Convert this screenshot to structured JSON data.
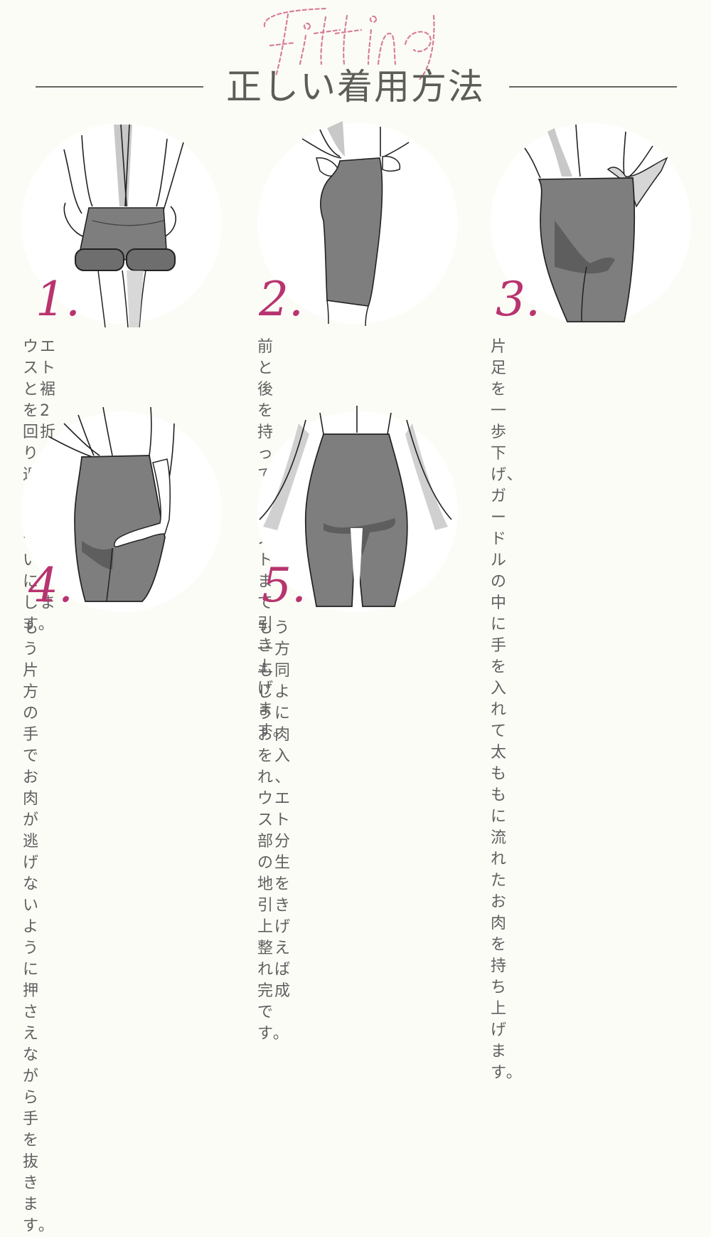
{
  "header": {
    "script_title": "Fitting",
    "title": "正しい着用方法"
  },
  "colors": {
    "background": "#fcfcf7",
    "circle": "#ffffff",
    "accent_number": "#b8346f",
    "script_title": "#d77f9a",
    "garment": "#7e7e7e",
    "garment_shadow": "#5e5e5e",
    "text": "#5f5f5f"
  },
  "steps": [
    {
      "number": "1.",
      "illustration": "folded-girdle-held-at-waist-illustration",
      "description": "ウエストと裾を2回折り\n返し、はきやすい形に\nします。"
    },
    {
      "number": "2.",
      "illustration": "pulling-girdle-up-side-view-illustration",
      "description": "前と後を持ってウエスト\nまで引き上げます。"
    },
    {
      "number": "3.",
      "illustration": "hand-inside-girdle-illustration",
      "description": "片足を一歩下げ、ガー\nドルの中に手を入れて\n太ももに流れたお肉を\n持ち上げます。"
    },
    {
      "number": "4.",
      "illustration": "hand-pressing-thigh-illustration",
      "description": "もう片方の手でお肉が\n逃げないように押さえ\nながら手を抜きます。"
    },
    {
      "number": "5.",
      "illustration": "completed-fit-front-view-illustration",
      "description": "もう一方も同じように\nお肉を入れ、ウエスト\n部分の生地を引き上げ\n整えれば完成です。"
    }
  ]
}
